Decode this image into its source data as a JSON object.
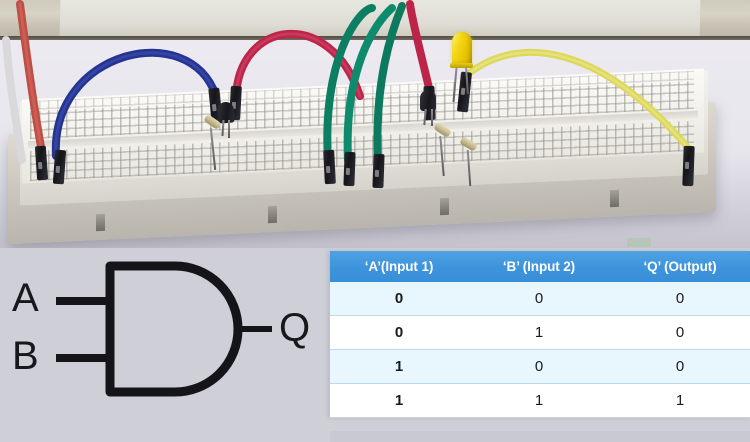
{
  "figure": {
    "type": "logic-gate-illustration",
    "subject": "AND gate"
  },
  "photo": {
    "alt": "Breadboard circuit implementing an AND gate with transistors, diodes, a resistor and a yellow LED output",
    "components": [
      {
        "name": "breadboard",
        "color": "#f2f1ec"
      },
      {
        "name": "jumper-wire-red",
        "color": "#c9544b"
      },
      {
        "name": "jumper-wire-blue",
        "color": "#2a3a9e"
      },
      {
        "name": "jumper-wire-crimson",
        "color": "#c3264e"
      },
      {
        "name": "jumper-wire-green",
        "color": "#0d7f63"
      },
      {
        "name": "jumper-wire-yellow",
        "color": "#e5e05a"
      },
      {
        "name": "jumper-wire-white",
        "color": "#d8d8d8"
      },
      {
        "name": "led-yellow",
        "color": "#f5d613"
      },
      {
        "name": "transistor-to92",
        "color": "#1b1b21"
      },
      {
        "name": "resistor",
        "color": "#c6b98e"
      },
      {
        "name": "dupont-connector",
        "color": "#1a1a20"
      }
    ]
  },
  "gate": {
    "symbol_name": "AND-gate",
    "input_a_label": "A",
    "input_b_label": "B",
    "output_label": "Q",
    "stroke_color": "#141419"
  },
  "truth_table": {
    "headers": [
      "‘A’(Input 1)",
      "‘B’ (Input 2)",
      "‘Q’ (Output)"
    ],
    "rows": [
      {
        "a": "0",
        "b": "0",
        "q": "0"
      },
      {
        "a": "0",
        "b": "1",
        "q": "0"
      },
      {
        "a": "1",
        "b": "0",
        "q": "0"
      },
      {
        "a": "1",
        "b": "1",
        "q": "1"
      }
    ],
    "header_bg": "#3d93dc",
    "header_text_color": "#ffffff",
    "row_alt_bg": "#e8f6fd",
    "row_bg": "#ffffff",
    "border_color": "#bcd9ef"
  }
}
